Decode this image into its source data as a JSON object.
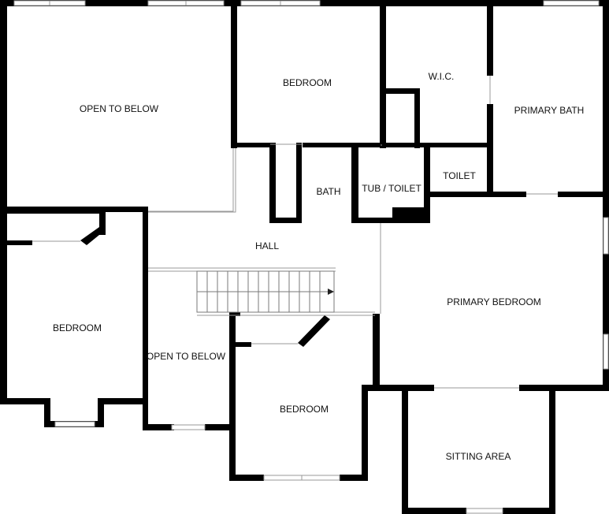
{
  "rooms": {
    "open_to_below_1": "OPEN TO BELOW",
    "bedroom_1": "BEDROOM",
    "wic": "W.I.C.",
    "primary_bath": "PRIMARY BATH",
    "bath": "BATH",
    "tub_toilet": "TUB / TOILET",
    "toilet": "TOILET",
    "hall": "HALL",
    "bedroom_2": "BEDROOM",
    "primary_bedroom": "PRIMARY BEDROOM",
    "open_to_below_2": "OPEN TO BELOW",
    "bedroom_3": "BEDROOM",
    "sitting_area": "SITTING AREA"
  }
}
